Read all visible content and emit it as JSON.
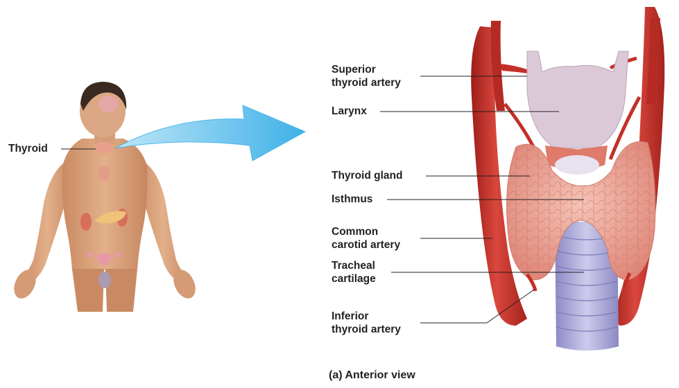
{
  "body_label": "Thyroid",
  "labels": {
    "superior_thyroid_artery": [
      "Superior",
      "thyroid artery"
    ],
    "larynx": "Larynx",
    "thyroid_gland": "Thyroid gland",
    "isthmus": "Isthmus",
    "common_carotid_artery": [
      "Common",
      "carotid artery"
    ],
    "tracheal_cartilage": [
      "Tracheal",
      "cartilage"
    ],
    "inferior_thyroid_artery": [
      "Inferior",
      "thyroid artery"
    ]
  },
  "caption": "(a) Anterior view",
  "colors": {
    "artery": "#c7302a",
    "thyroid": "#eaa59a",
    "larynx": "#d9c5d3",
    "trachea": "#a9a6d6",
    "skin": "#d9a27c",
    "hair": "#3a2a22",
    "arrow": "#5fc1ee",
    "leader": "#231f20"
  }
}
